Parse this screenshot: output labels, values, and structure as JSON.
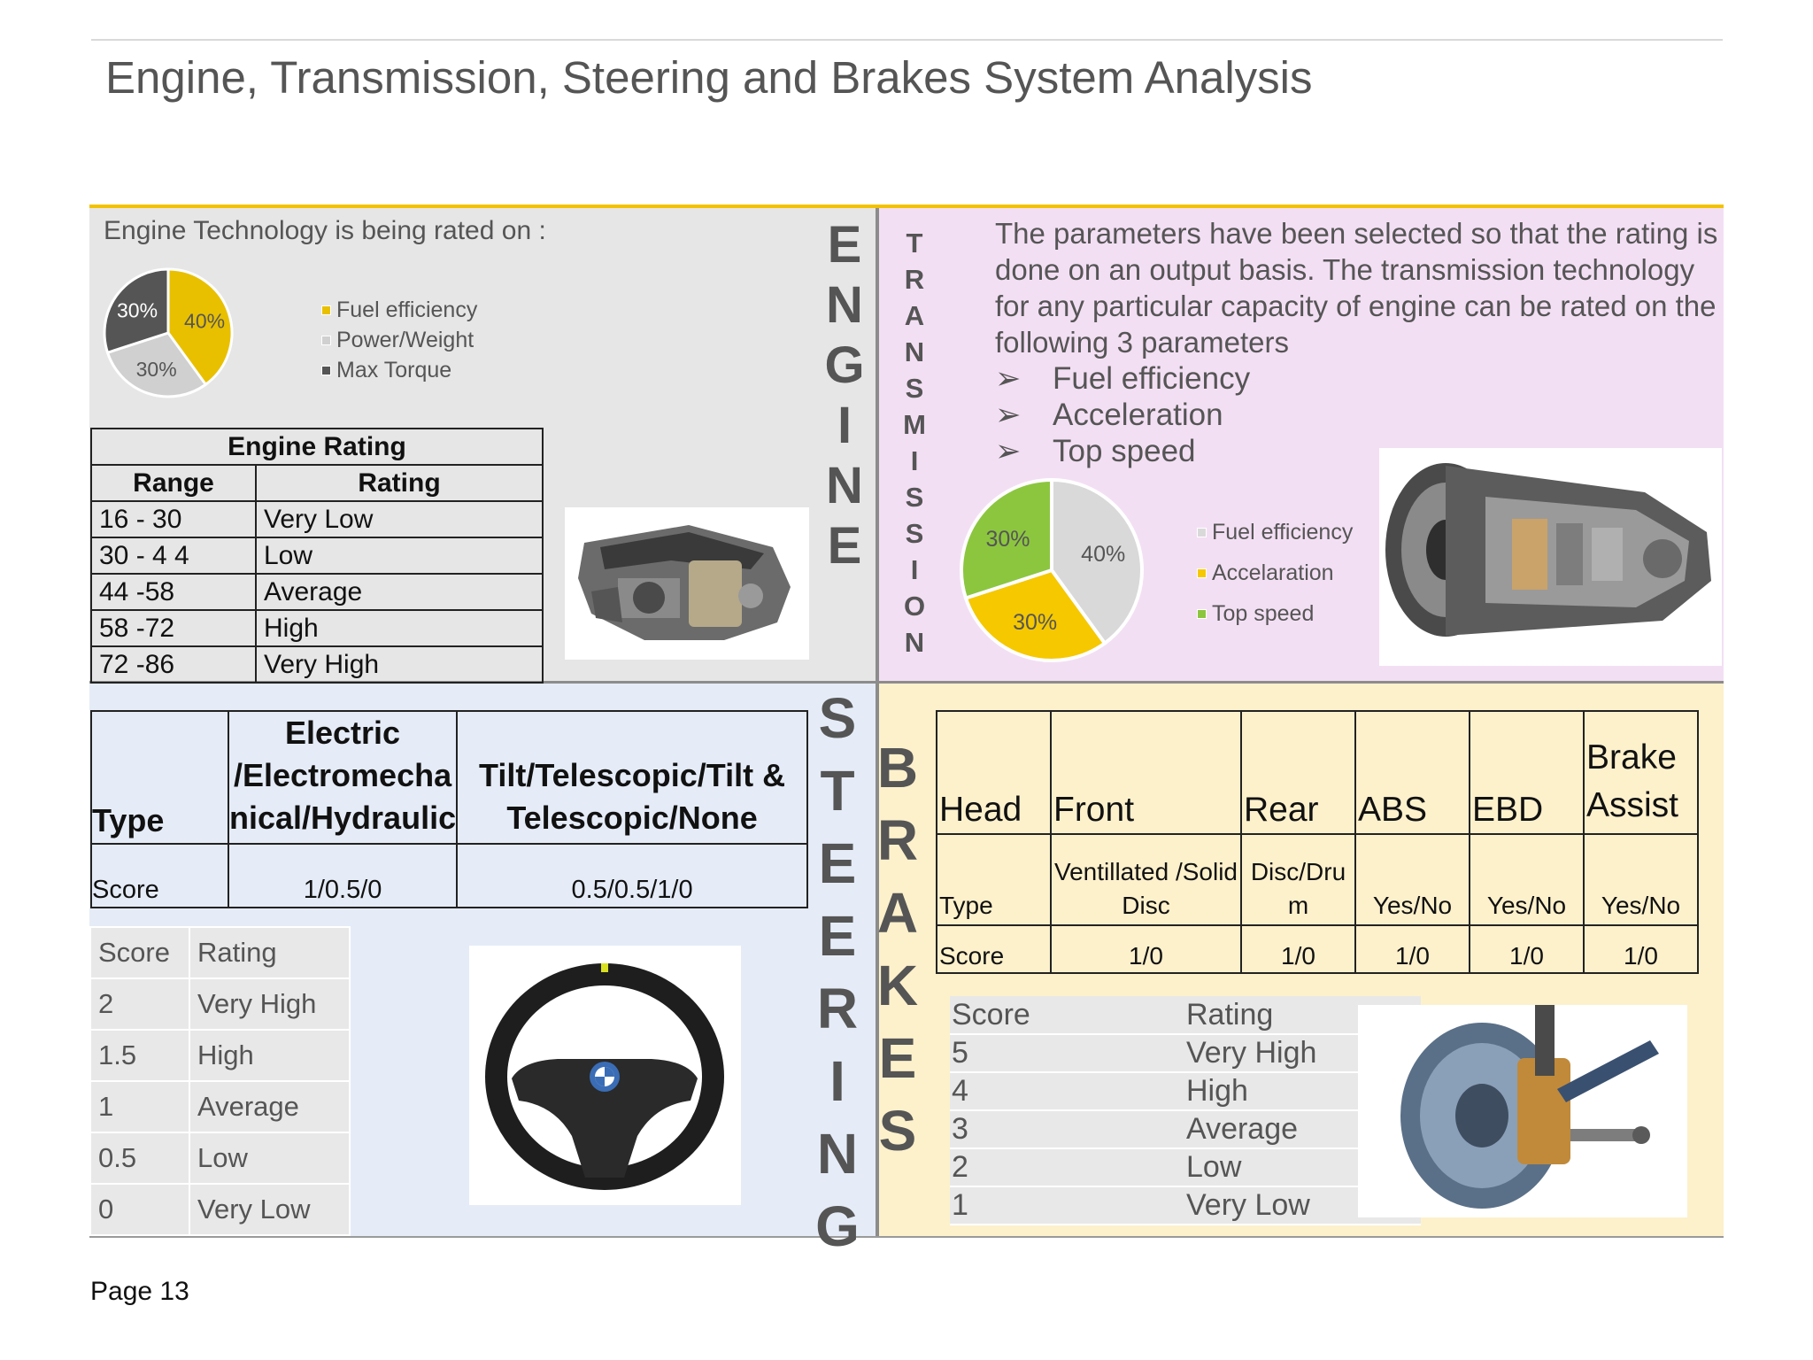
{
  "title": "Engine, Transmission, Steering and Brakes System Analysis",
  "page_label": "Page 13",
  "colors": {
    "accent_yellow": "#f2c200",
    "engine_bg": "#e6e6e6",
    "transmission_bg": "#f3dff3",
    "steering_bg": "#e5ecf7",
    "brakes_bg": "#fdf1cc",
    "fuel_efficiency_engine": "#e8c000",
    "power_weight": "#d0d0d0",
    "max_torque": "#555555",
    "fuel_efficiency_trans": "#d9d9d9",
    "acceleration": "#f5c800",
    "top_speed": "#8cc63f"
  },
  "engine": {
    "vertical_label": [
      "E",
      "N",
      "G",
      "I",
      "N",
      "E"
    ],
    "intro": "Engine Technology is being rated on :",
    "pie": {
      "slices": [
        {
          "label": "Fuel efficiency",
          "value": 40,
          "display": "40%",
          "color": "#e8c000"
        },
        {
          "label": "Power/Weight",
          "value": 30,
          "display": "30%",
          "color": "#d0d0d0"
        },
        {
          "label": "Max Torque",
          "value": 30,
          "display": "30%",
          "color": "#555555"
        }
      ]
    },
    "legend": [
      "Fuel efficiency",
      "Power/Weight",
      "Max Torque"
    ],
    "rating_table": {
      "title": "Engine Rating",
      "headers": [
        "Range",
        "Rating"
      ],
      "rows": [
        [
          "16 - 30",
          "Very Low"
        ],
        [
          "30 - 4 4",
          "Low"
        ],
        [
          "44 -58",
          "Average"
        ],
        [
          "58  -72",
          "High"
        ],
        [
          "72  -86",
          "Very High"
        ]
      ]
    }
  },
  "transmission": {
    "vertical_label": [
      "T",
      "R",
      "A",
      "N",
      "S",
      "M",
      "I",
      "S",
      "S",
      "I",
      "O",
      "N"
    ],
    "description": "The parameters have been selected so that the rating is done on an output basis. The transmission technology for any particular capacity of engine can be rated on the following 3 parameters",
    "bullet_glyph": "➢",
    "bullets": [
      "Fuel efficiency",
      "Acceleration",
      "Top speed"
    ],
    "pie": {
      "slices": [
        {
          "label": "Fuel efficiency",
          "value": 40,
          "display": "40%",
          "color": "#d9d9d9"
        },
        {
          "label": "Accelaration",
          "value": 30,
          "display": "30%",
          "color": "#f5c800"
        },
        {
          "label": "Top speed",
          "value": 30,
          "display": "30%",
          "color": "#8cc63f"
        }
      ]
    },
    "legend": [
      "Fuel efficiency",
      "Accelaration",
      "Top speed"
    ]
  },
  "steering": {
    "vertical_label": [
      "S",
      "T",
      "E",
      "E",
      "R",
      "I",
      "N",
      "G"
    ],
    "table": {
      "header": [
        "Type",
        "Electric /Electromecha nical/Hydraulic",
        "Tilt/Telescopic/Tilt & Telescopic/None"
      ],
      "score": [
        "Score",
        "1/0.5/0",
        "0.5/0.5/1/0"
      ]
    },
    "rating": {
      "headers": [
        "Score",
        "Rating"
      ],
      "rows": [
        [
          "2",
          "Very High"
        ],
        [
          "1.5",
          "High"
        ],
        [
          "1",
          "Average"
        ],
        [
          "0.5",
          "Low"
        ],
        [
          "0",
          "Very Low"
        ]
      ]
    }
  },
  "brakes": {
    "vertical_label": [
      "B",
      "R",
      "A",
      "K",
      "E",
      "S"
    ],
    "table": {
      "header": [
        "Head",
        "Front",
        "Rear",
        "ABS",
        "EBD",
        "Brake Assist"
      ],
      "type": [
        "Type",
        "Ventillated /Solid Disc",
        "Disc/Dru m",
        "Yes/No",
        "Yes/No",
        "Yes/No"
      ],
      "score": [
        "Score",
        "1/0",
        "1/0",
        "1/0",
        "1/0",
        "1/0"
      ]
    },
    "rating": {
      "headers": [
        "Score",
        "Rating"
      ],
      "rows": [
        [
          "5",
          "Very High"
        ],
        [
          "4",
          "High"
        ],
        [
          "3",
          "Average"
        ],
        [
          "2",
          "Low"
        ],
        [
          "1",
          "Very Low"
        ]
      ]
    }
  }
}
